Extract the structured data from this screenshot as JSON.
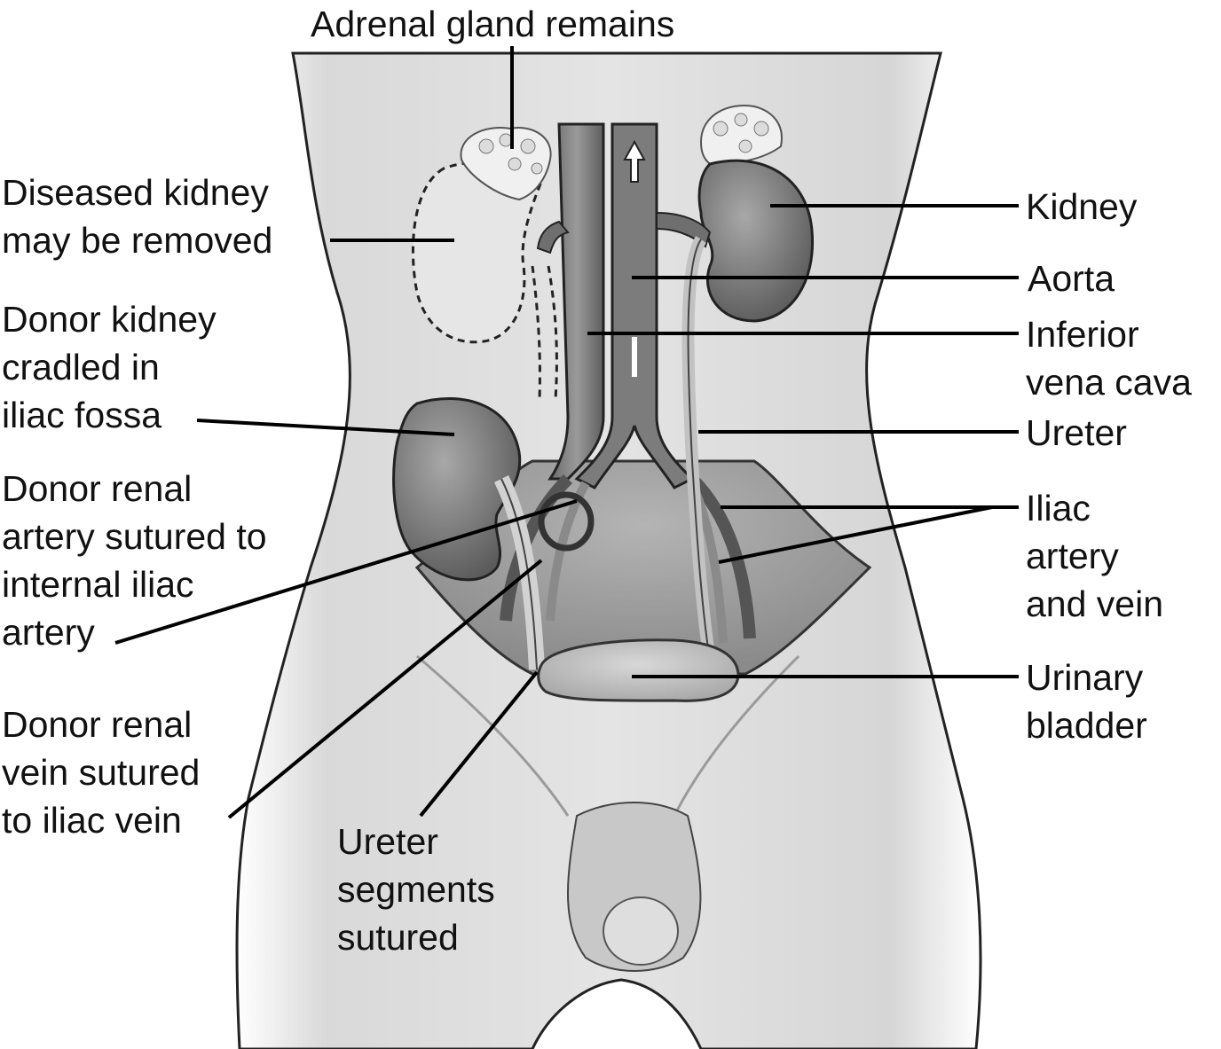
{
  "labels": {
    "adrenal_gland_remains": [
      "Adrenal gland remains"
    ],
    "diseased_kidney": [
      "Diseased kidney",
      "may be removed"
    ],
    "donor_kidney": [
      "Donor kidney",
      "cradled in",
      "iliac fossa"
    ],
    "donor_renal_artery": [
      "Donor renal",
      "artery sutured to",
      "internal iliac",
      "artery"
    ],
    "donor_renal_vein": [
      "Donor renal",
      "vein sutured",
      "to iliac vein"
    ],
    "ureter_segments": [
      "Ureter",
      "segments",
      "sutured"
    ],
    "kidney": [
      "Kidney"
    ],
    "aorta": [
      "Aorta"
    ],
    "inferior_vena_cava": [
      "Inferior",
      "vena cava"
    ],
    "ureter": [
      "Ureter"
    ],
    "iliac_artery_vein": [
      "Iliac",
      "artery",
      "and vein"
    ],
    "urinary_bladder": [
      "Urinary",
      "bladder"
    ]
  }
}
